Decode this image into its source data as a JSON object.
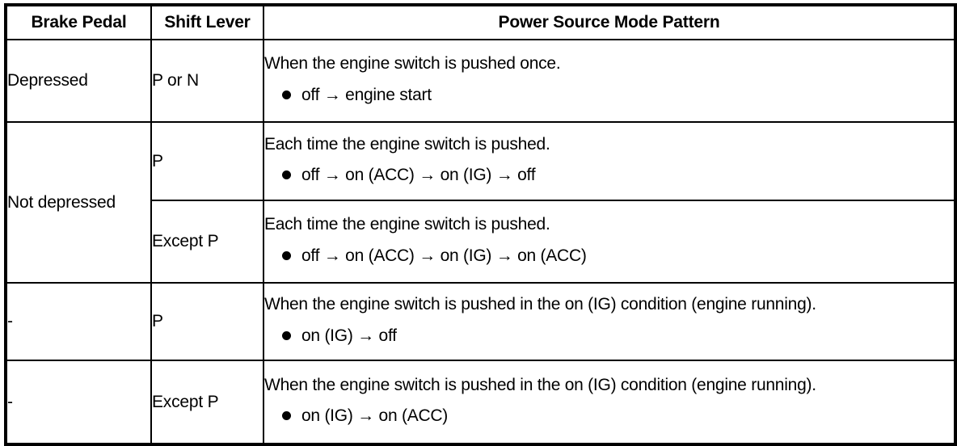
{
  "table": {
    "title": "Power Source Mode Pattern",
    "columns": [
      {
        "key": "brake_pedal",
        "label": "Brake Pedal"
      },
      {
        "key": "shift_lever",
        "label": "Shift Lever"
      },
      {
        "key": "power_source_mode_pattern",
        "label": "Power Source Mode Pattern"
      }
    ],
    "bullet_glyph": "●",
    "arrow_glyph": "→",
    "border_color": "#000000",
    "background_color": "#ffffff",
    "text_color": "#000000",
    "rows": [
      {
        "brake_pedal": "Depressed",
        "shift_lever": "P or N",
        "lead": "When the engine switch is pushed once.",
        "bullet": "off → engine start"
      },
      {
        "brake_pedal": "Not depressed",
        "shift_lever": "P",
        "lead": "Each time the engine switch is pushed.",
        "bullet": "off → on (ACC) → on (IG) → off"
      },
      {
        "brake_pedal": "",
        "shift_lever": "Except P",
        "lead": "Each time the engine switch is pushed.",
        "bullet": "off → on (ACC) → on (IG) → on (ACC)"
      },
      {
        "brake_pedal": "-",
        "shift_lever": "P",
        "lead": "When the engine switch is pushed in the on (IG) condition (engine running).",
        "bullet": "on (IG) → off"
      },
      {
        "brake_pedal": "-",
        "shift_lever": "Except P",
        "lead": "When the engine switch is pushed in the on (IG) condition (engine running).",
        "bullet": "on (IG) → on (ACC)"
      }
    ]
  }
}
